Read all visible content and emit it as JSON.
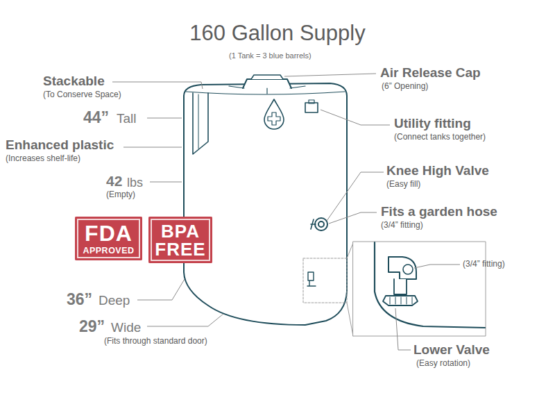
{
  "diagram": {
    "title": "160 Gallon Supply",
    "nodes": [
      {
        "text": [
          "FDA",
          "APPROVED"
        ]
      },
      {
        "text": [
          "BPA FREE"
        ]
      }
    ],
    "labels": [
      "(1 Tank = 3 blue barrels)",
      "Stackable",
      "(To Conserve Space)",
      "44”",
      "Tall",
      "Enhanced plastic",
      "(Increases shelf-life)",
      "42",
      "lbs",
      "(Empty)",
      "36”",
      "Deep",
      "29”",
      "Wide",
      "(Fits through standard door)",
      "Air Release Cap",
      "(6” Opening)",
      "Utility fitting",
      "(Connect tanks together)",
      "Knee High Valve",
      "(Easy fill)",
      "Fits a garden hose",
      "(3/4” fitting)",
      "(3/4” fitting)",
      "Lower Valve",
      "(Easy rotation)"
    ]
  }
}
